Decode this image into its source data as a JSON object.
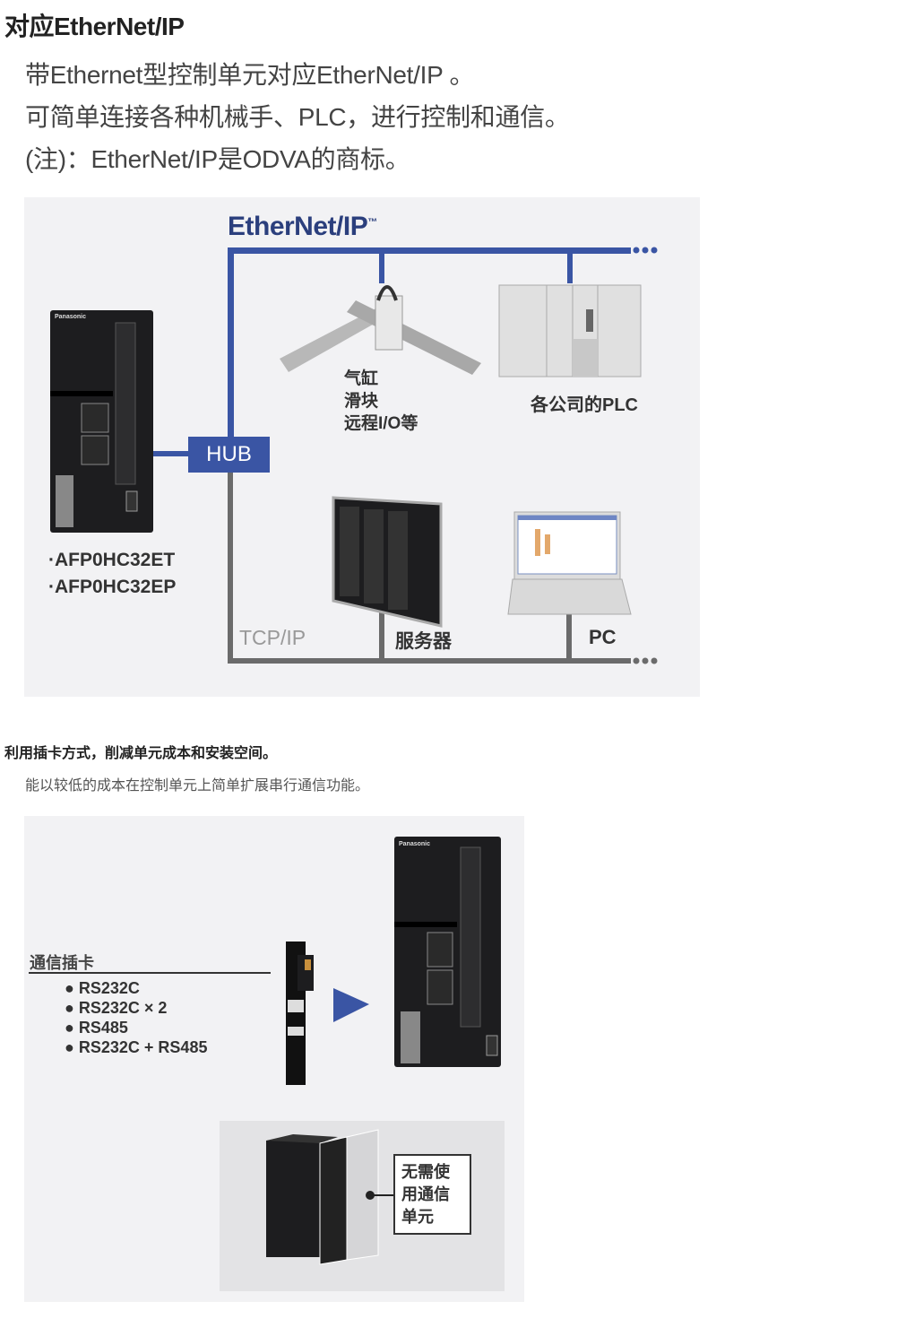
{
  "section1": {
    "title": "对应EtherNet/IP",
    "paragraphs": [
      "带Ethernet型控制单元对应EtherNet/IP 。",
      "可简单连接各种机械手、PLC，进行控制和通信。",
      "(注)：EtherNet/IP是ODVA的商标。"
    ],
    "diagram": {
      "logo": "EtherNet/IP",
      "logo_tm": "™",
      "hub_label": "HUB",
      "models": [
        "·AFP0HC32ET",
        "·AFP0HC32EP"
      ],
      "device_labels": {
        "actuator": [
          "气缸",
          "滑块",
          "远程I/O等"
        ],
        "plc": "各公司的PLC",
        "tcpip": "TCP/IP",
        "server": "服务器",
        "pc": "PC"
      },
      "brand": "Panasonic",
      "colors": {
        "ethernet_ip_line": "#3a55a4",
        "tcpip_line": "#6b6b6b",
        "hub_fill": "#3a55a4",
        "background": "#f2f2f4"
      }
    }
  },
  "section2": {
    "title": "利用插卡方式，削减单元成本和安装空间。",
    "paragraph": "能以较低的成本在控制单元上简单扩展串行通信功能。",
    "diagram": {
      "card_heading": "通信插卡",
      "card_options": [
        "RS232C",
        "RS232C × 2",
        "RS485",
        "RS232C + RS485"
      ],
      "callout": [
        "无需使",
        "用通信",
        "单元"
      ],
      "brand": "Panasonic",
      "colors": {
        "arrow": "#3a55a4"
      }
    }
  }
}
